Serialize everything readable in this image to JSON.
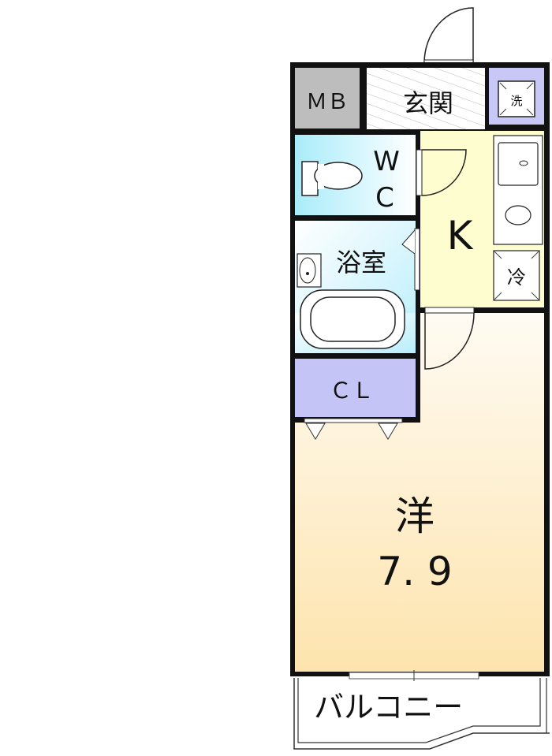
{
  "rooms": {
    "mb": "ＭＢ",
    "genkan": "玄関",
    "washer": "洗",
    "wc_w": "W",
    "wc_c": "C",
    "kitchen": "K",
    "fridge": "冷",
    "bath": "浴室",
    "closet": "ＣＬ",
    "western": "洋",
    "western_size": "7. 9",
    "balcony": "バルコニー"
  },
  "colors": {
    "mb": "#bdbdbd",
    "washer": "#c8c8f6",
    "closet": "#c4c4f7",
    "wc": "#c9f1fb",
    "kitchen": "#fdfdcf",
    "western_top": "#fffaf0",
    "western_bottom": "#fde4ae"
  }
}
